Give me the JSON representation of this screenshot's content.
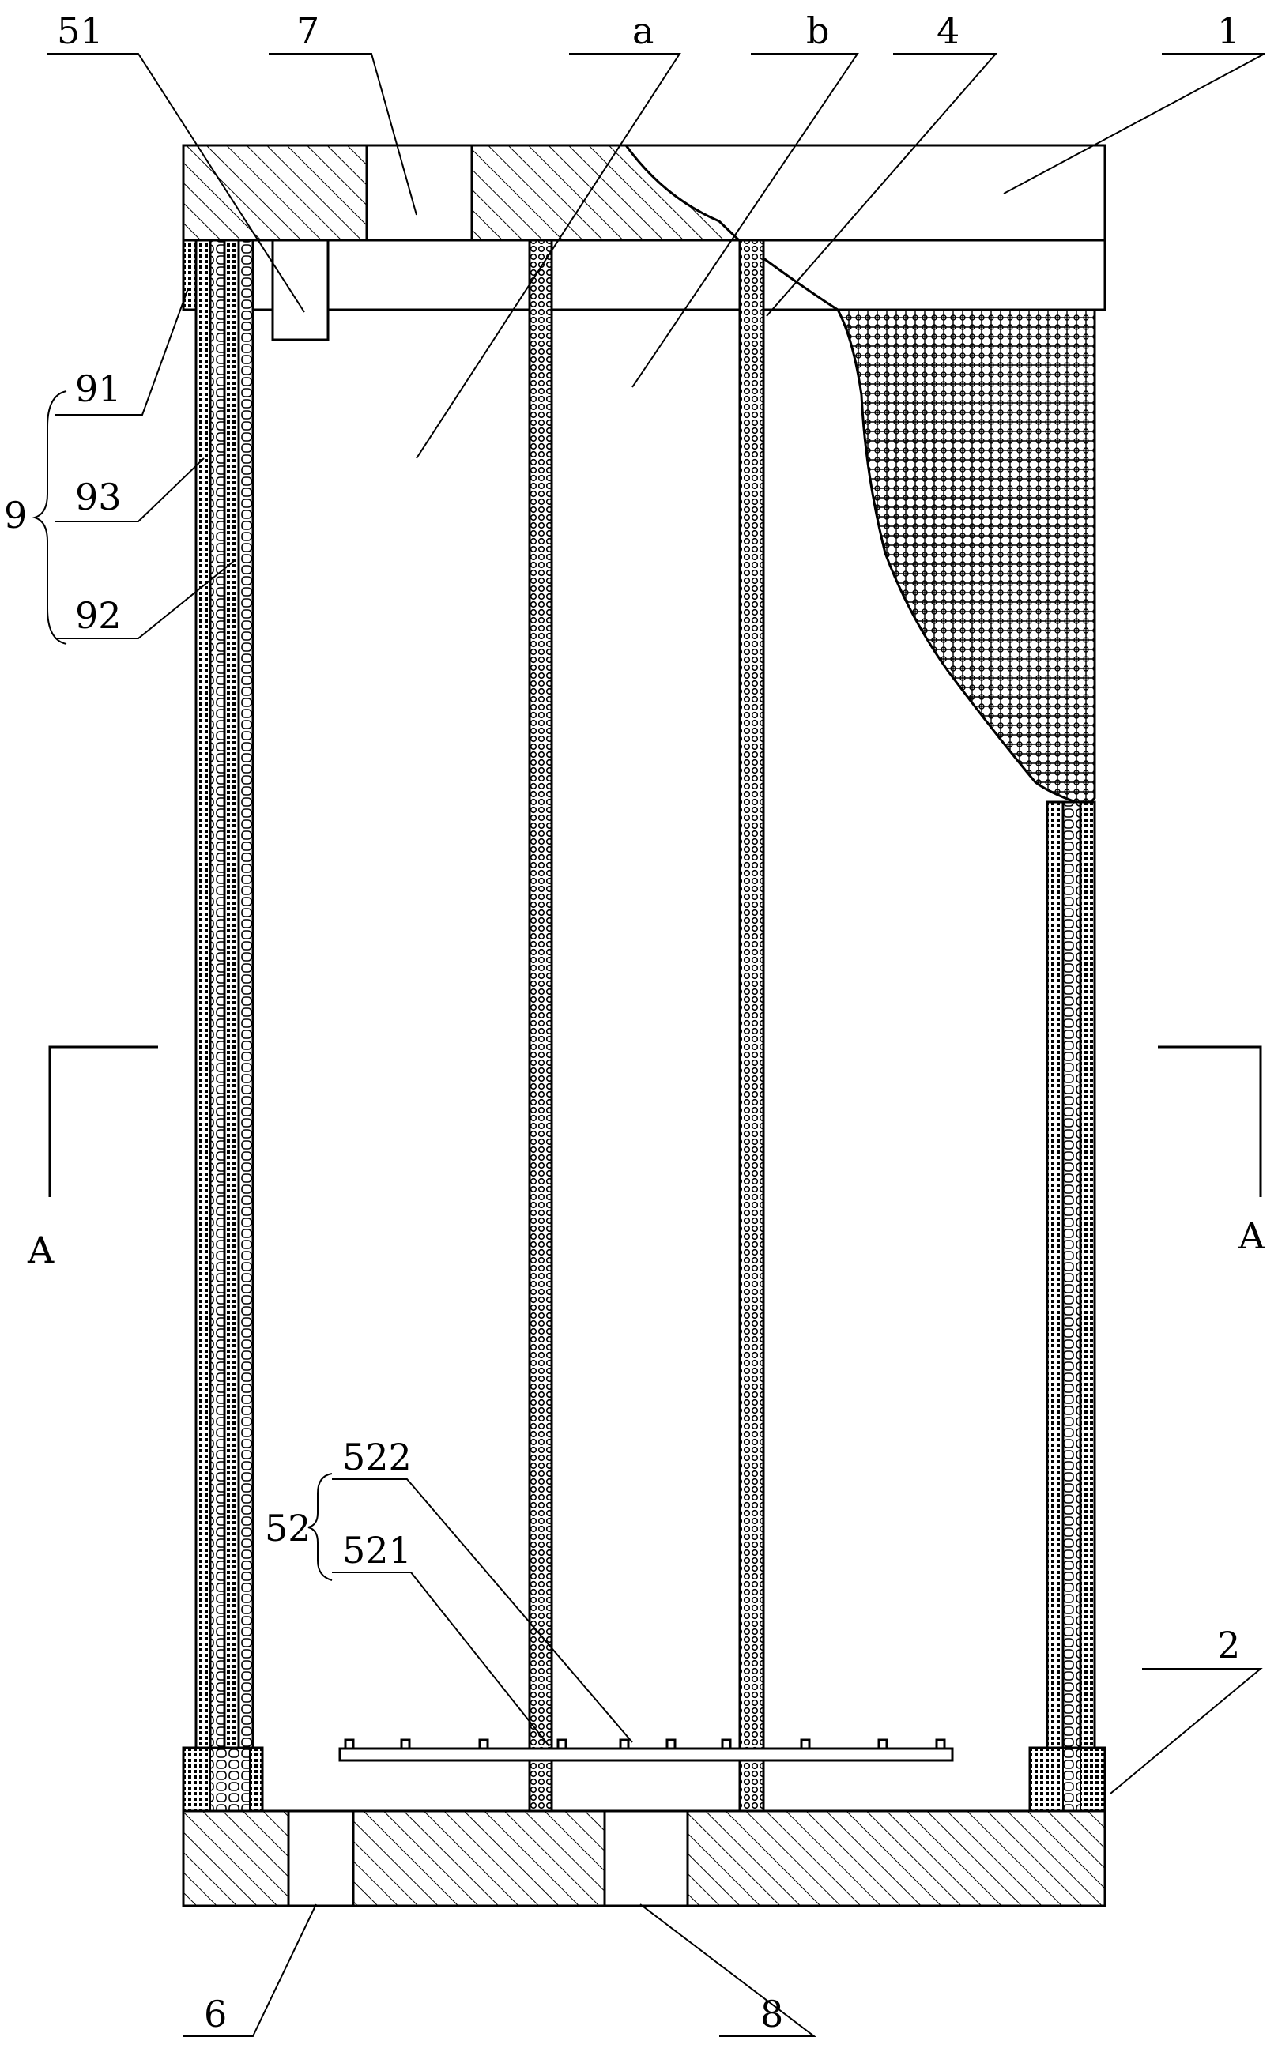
{
  "labels": {
    "l51": "51",
    "l7": "7",
    "la": "a",
    "lb": "b",
    "l4": "4",
    "l1": "1",
    "l91": "91",
    "l93": "93",
    "l92": "92",
    "l9": "9",
    "lA_left": "A",
    "lA_right": "A",
    "l522": "522",
    "l521": "521",
    "l52": "52",
    "l2": "2",
    "l6": "6",
    "l8": "8"
  },
  "colors": {
    "line": "#000000",
    "background": "#ffffff"
  }
}
